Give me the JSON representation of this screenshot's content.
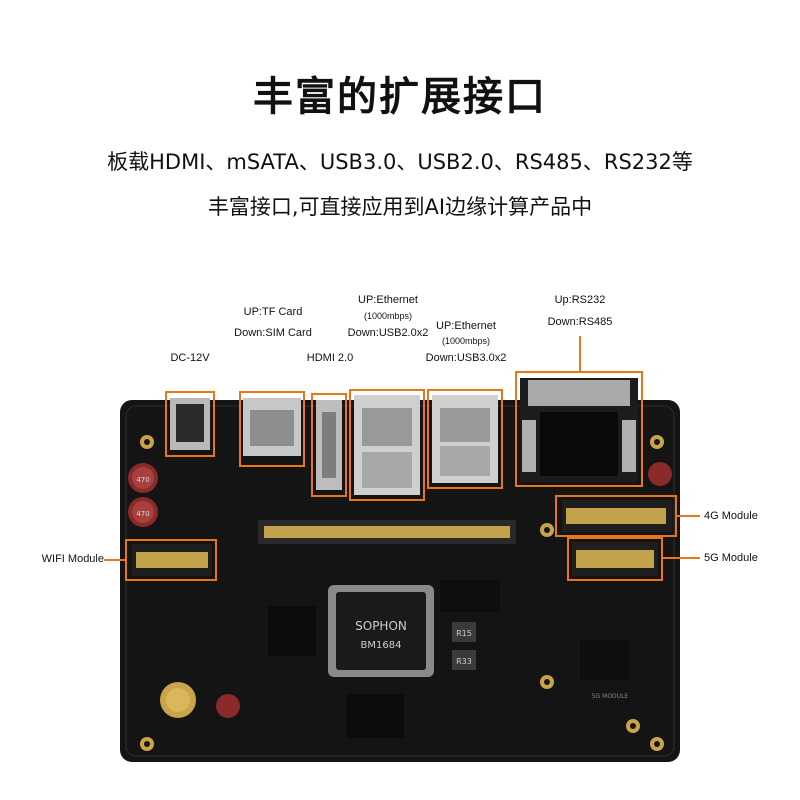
{
  "header": {
    "title": "丰富的扩展接口",
    "subtitle_line1": "板载HDMI、mSATA、USB3.0、USB2.0、RS485、RS232等",
    "subtitle_line2": "丰富接口,可直接应用到AI边缘计算产品中"
  },
  "labels": {
    "dc": "DC-12V",
    "tf_up": "UP:TF Card",
    "tf_down": "Down:SIM Card",
    "hdmi": "HDMI 2.0",
    "eth1_up": "UP:Ethernet",
    "eth1_speed": "(1000mbps)",
    "eth1_down": "Down:USB2.0x2",
    "eth2_up": "UP:Ethernet",
    "eth2_speed": "(1000mbps)",
    "eth2_down": "Down:USB3.0x2",
    "rs_up": "Up:RS232",
    "rs_down": "Down:RS485",
    "wifi": "WIFI Module",
    "m4g": "4G Module",
    "m5g": "5G Module"
  },
  "board": {
    "chip_brand": "SOPHON",
    "chip_model": "BM1684",
    "chip_r15": "R15",
    "chip_r33": "R33",
    "cap1": "470",
    "cap2": "470",
    "silk_5g": "5G MODULE"
  },
  "colors": {
    "accent": "#e8761a",
    "pcb": "#141414"
  }
}
